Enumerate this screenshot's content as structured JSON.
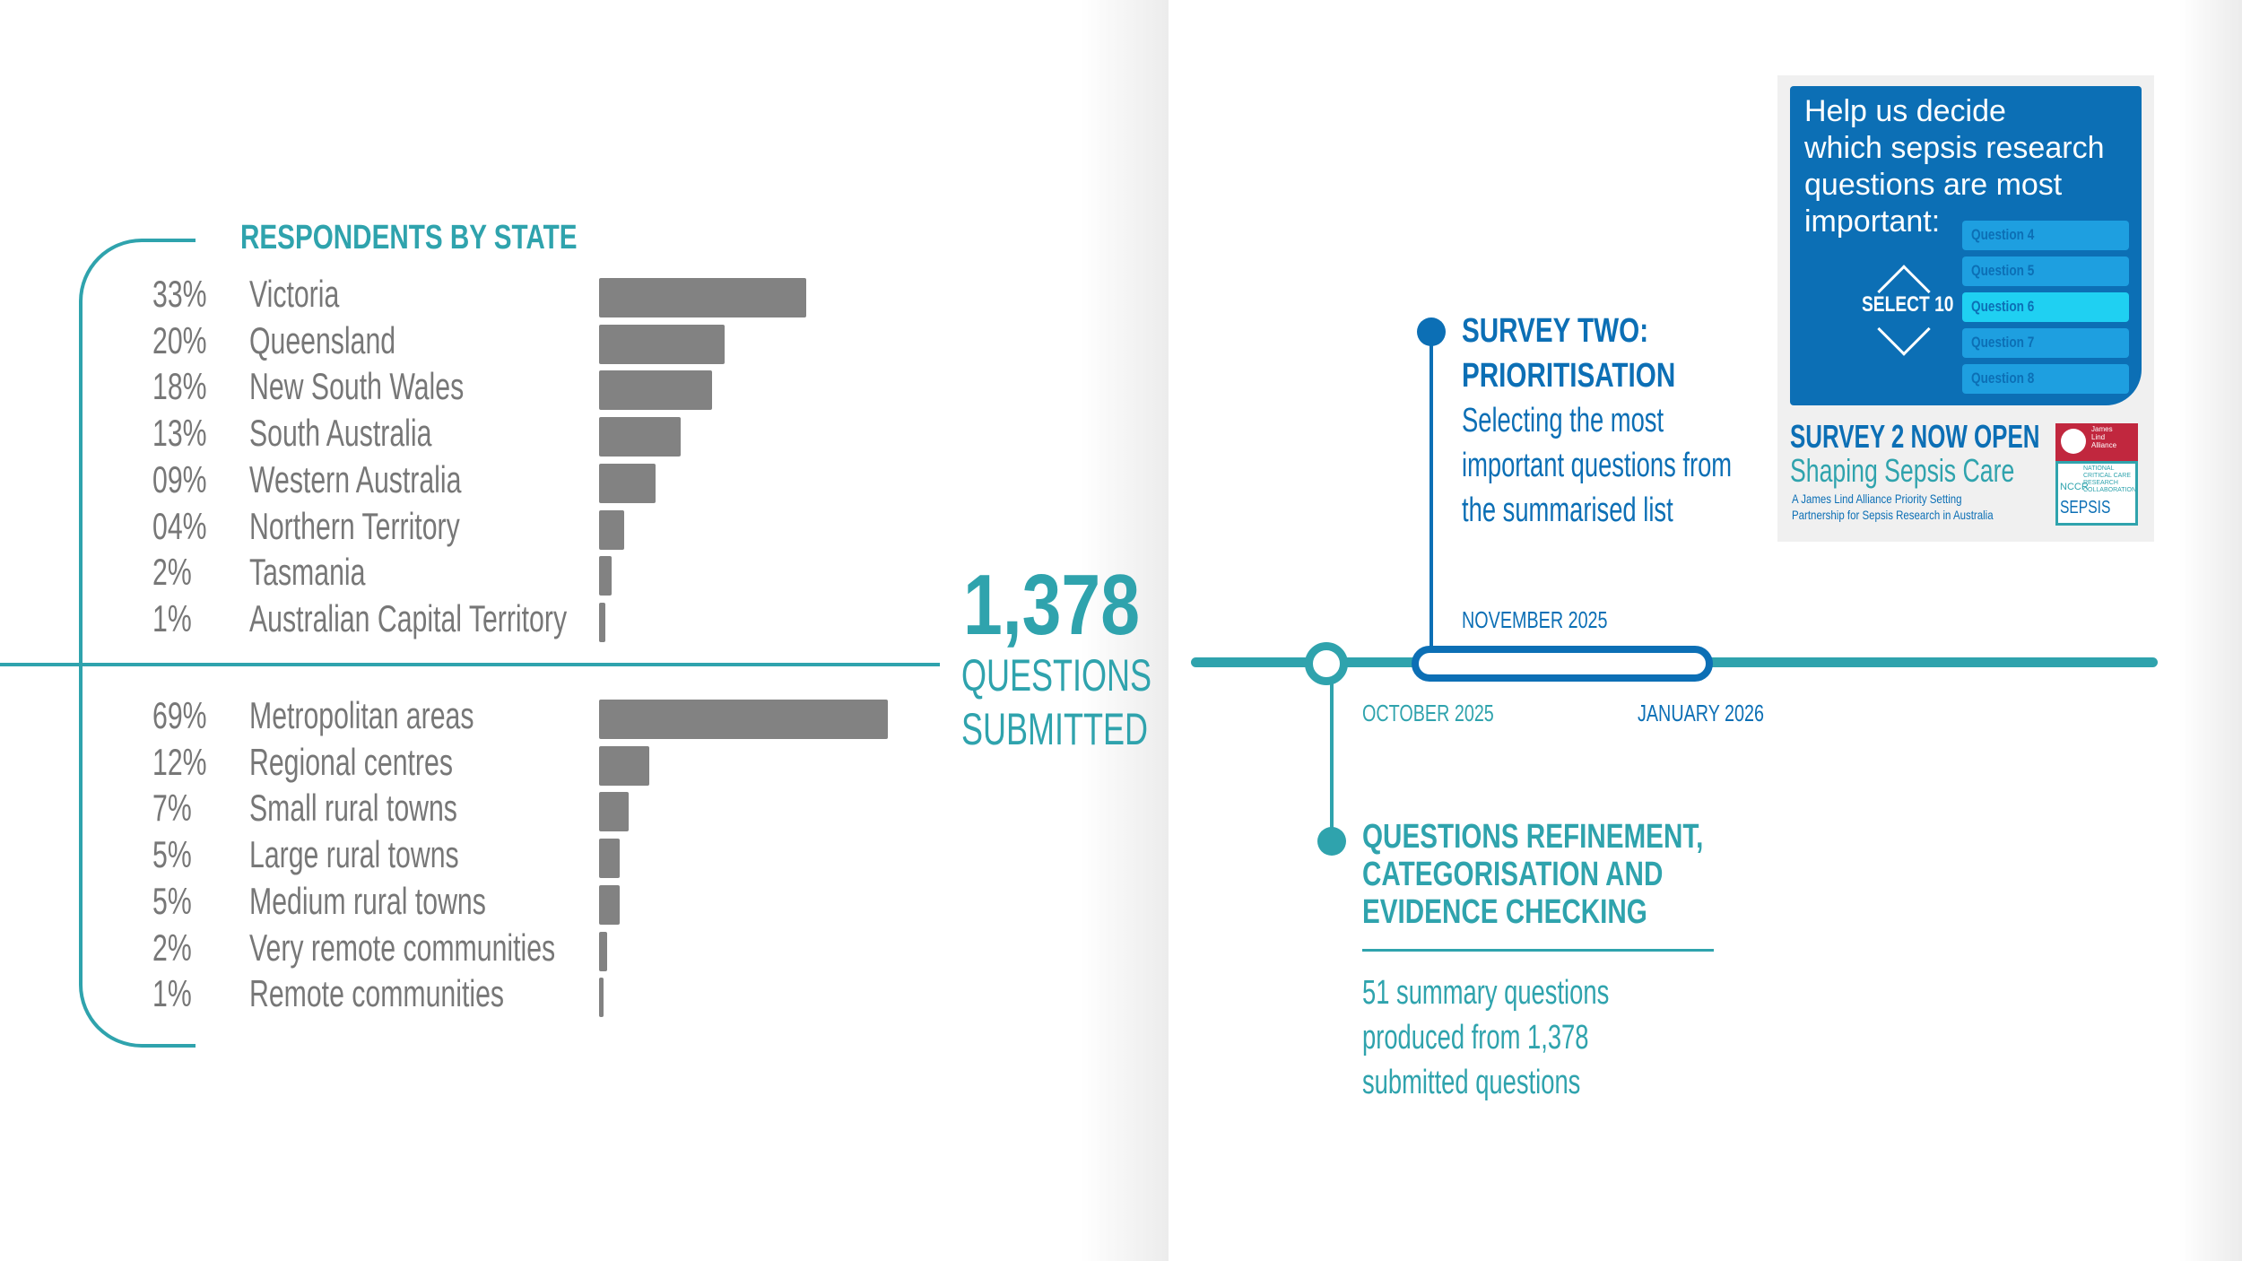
{
  "left": {
    "title": "RESPONDENTS BY STATE",
    "states": [
      {
        "pct": "33%",
        "label": "Victoria",
        "value": 33
      },
      {
        "pct": "20%",
        "label": "Queensland",
        "value": 20
      },
      {
        "pct": "18%",
        "label": "New South Wales",
        "value": 18
      },
      {
        "pct": "13%",
        "label": "South Australia",
        "value": 13
      },
      {
        "pct": "09%",
        "label": "Western Australia",
        "value": 9
      },
      {
        "pct": "04%",
        "label": "Northern Territory",
        "value": 4
      },
      {
        "pct": "2%",
        "label": "Tasmania",
        "value": 2
      },
      {
        "pct": "1%",
        "label": "Australian Capital Territory",
        "value": 1
      }
    ],
    "areas": [
      {
        "pct": "69%",
        "label": "Metropolitan areas",
        "value": 69
      },
      {
        "pct": "12%",
        "label": "Regional centres",
        "value": 12
      },
      {
        "pct": "7%",
        "label": "Small rural towns",
        "value": 7
      },
      {
        "pct": "5%",
        "label": "Large rural towns",
        "value": 5
      },
      {
        "pct": "5%",
        "label": "Medium rural towns",
        "value": 5
      },
      {
        "pct": "2%",
        "label": "Very remote communities",
        "value": 2
      },
      {
        "pct": "1%",
        "label": "Remote communities",
        "value": 1
      }
    ]
  },
  "center": {
    "number": "1,378",
    "label_line1": "QUESTIONS",
    "label_line2": "SUBMITTED"
  },
  "timeline": {
    "survey_two_head_1": "SURVEY TWO:",
    "survey_two_head_2": "PRIORITISATION",
    "survey_two_text_1": "Selecting the most",
    "survey_two_text_2": "important questions from",
    "survey_two_text_3": "the summarised list",
    "date_nov": "NOVEMBER 2025",
    "date_oct": "OCTOBER 2025",
    "date_jan": "JANUARY 2026",
    "refine_head_1": "QUESTIONS REFINEMENT,",
    "refine_head_2": "CATEGORISATION AND",
    "refine_head_3": "EVIDENCE CHECKING",
    "refine_text_1": "51 summary questions",
    "refine_text_2": "produced from 1,378",
    "refine_text_3": "submitted questions"
  },
  "card": {
    "help_1": "Help us decide",
    "help_2": "which sepsis research",
    "help_3": "questions are most",
    "help_4": "important:",
    "select": "SELECT 10",
    "questions": [
      "Question 4",
      "Question 5",
      "Question 6",
      "Question 7",
      "Question 8"
    ],
    "selected_index": 2,
    "title": "SURVEY 2 NOW OPEN",
    "subtitle": "Shaping Sepsis Care",
    "small_1": "A James Lind Alliance Priority Setting",
    "small_2": "Partnership for Sepsis Research in Australia",
    "jla_1": "James",
    "jla_2": "Lind",
    "jla_3": "Alliance",
    "nccr_1": "NATIONAL",
    "nccr_2": "CRITICAL CARE",
    "nccr_3": "RESEARCH",
    "nccr_4": "COLLABORATION",
    "nccr_tag": "NCCR",
    "sepsis": "SEPSIS"
  },
  "colors": {
    "teal": "#2fa3ad",
    "blue": "#0c6fb5",
    "bar": "#828282",
    "text_grey": "#777777"
  }
}
